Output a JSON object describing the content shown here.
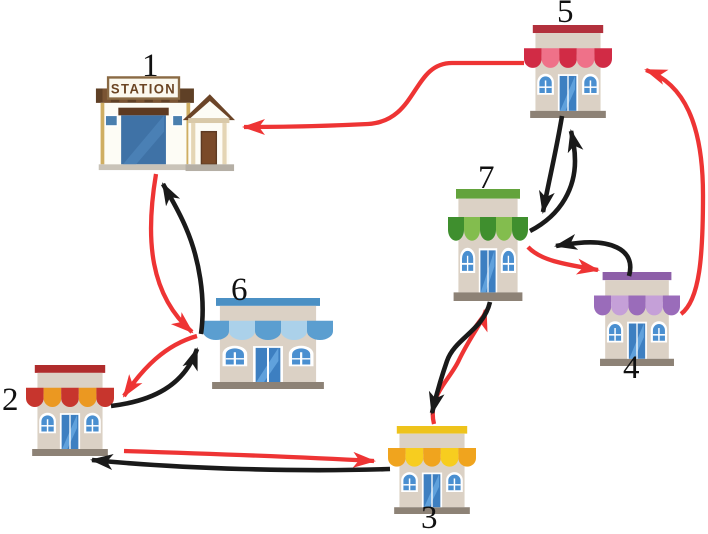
{
  "diagram": {
    "description": "Route diagram of seven buildings (one train station and six shops) connected by red and black directed arrows",
    "background": "#ffffff"
  },
  "station": {
    "sign": "STATION"
  },
  "colors": {
    "red_arrow": "#ee3434",
    "black_arrow": "#1a1a1a",
    "wall_tan": "#dbd1c5",
    "base_gray": "#8d8276",
    "door_blue": "#3d7fc1",
    "shop5_awning": [
      "#d12b45",
      "#ef7189"
    ],
    "shop7_awning": [
      "#3f8f2e",
      "#83bd4e"
    ],
    "shop4_awning": [
      "#9a6cba",
      "#c5a0d8"
    ],
    "shop6_awning": [
      "#5b9ed0",
      "#abd1ea"
    ],
    "shop2_awning": [
      "#c7352d",
      "#eb9821"
    ],
    "shop3_awning": [
      "#f0a41e",
      "#f7cd1f"
    ]
  },
  "graph": {
    "nodes": [
      {
        "id": "1",
        "label": "1",
        "type": "station",
        "theme": "brown"
      },
      {
        "id": "2",
        "label": "2",
        "type": "shop",
        "theme": "red-orange"
      },
      {
        "id": "3",
        "label": "3",
        "type": "shop",
        "theme": "yellow"
      },
      {
        "id": "4",
        "label": "4",
        "type": "shop",
        "theme": "purple"
      },
      {
        "id": "5",
        "label": "5",
        "type": "shop",
        "theme": "red-pink"
      },
      {
        "id": "6",
        "label": "6",
        "type": "shop",
        "theme": "blue"
      },
      {
        "id": "7",
        "label": "7",
        "type": "shop",
        "theme": "green"
      }
    ],
    "edges": [
      {
        "color": "red",
        "from": "5",
        "to": "1"
      },
      {
        "color": "red",
        "from": "1",
        "to": "6"
      },
      {
        "color": "red",
        "from": "6",
        "to": "2"
      },
      {
        "color": "red",
        "from": "2",
        "to": "3"
      },
      {
        "color": "red",
        "from": "3",
        "to": "7"
      },
      {
        "color": "red",
        "from": "7",
        "to": "4"
      },
      {
        "color": "red",
        "from": "4",
        "to": "5"
      },
      {
        "color": "black",
        "from": "6",
        "to": "1"
      },
      {
        "color": "black",
        "from": "2",
        "to": "6"
      },
      {
        "color": "black",
        "from": "3",
        "to": "2"
      },
      {
        "color": "black",
        "from": "7",
        "to": "3"
      },
      {
        "color": "black",
        "from": "4",
        "to": "7"
      },
      {
        "color": "black",
        "from": "7",
        "to": "5"
      },
      {
        "color": "black",
        "from": "5",
        "to": "7"
      }
    ]
  }
}
